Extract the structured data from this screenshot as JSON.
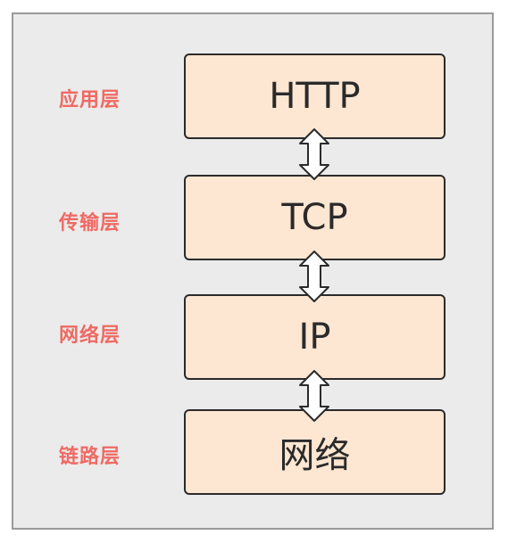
{
  "diagram": {
    "layers": [
      {
        "label": "应用层",
        "protocol": "HTTP"
      },
      {
        "label": "传输层",
        "protocol": "TCP"
      },
      {
        "label": "网络层",
        "protocol": "IP"
      },
      {
        "label": "链路层",
        "protocol": "网络"
      }
    ],
    "colors": {
      "label_text": "#ef6a63",
      "box_fill": "#fde6d2",
      "box_border": "#2b2b2b",
      "background": "#ebebeb",
      "frame_border": "#9a9a9a"
    },
    "icons": [
      "double-arrow-icon"
    ]
  }
}
